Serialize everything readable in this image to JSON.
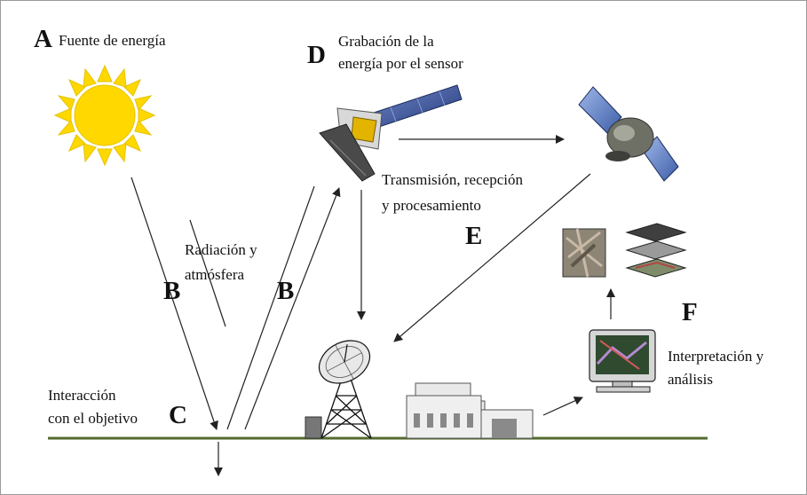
{
  "labels": {
    "a_letter": "A",
    "a_text": "Fuente de energía",
    "d_letter": "D",
    "d_text_1": "Grabación de la",
    "d_text_2": "energía por el sensor",
    "e_text_1": "Transmisión, recepción",
    "e_text_2": "y procesamiento",
    "e_letter": "E",
    "b_text_1": "Radiación y",
    "b_text_2": "atmósfera",
    "b_letter_left": "B",
    "b_letter_right": "B",
    "f_letter": "F",
    "f_text_1": "Interpretación y",
    "f_text_2": "análisis",
    "c_text_1": "Interacción",
    "c_text_2": "con el objetivo",
    "c_letter": "C"
  },
  "icons": [
    "sun-icon",
    "satellite-sensor-icon",
    "relay-satellite-icon",
    "ground-antenna-icon",
    "processing-station-icon",
    "image-layers-icon",
    "computer-monitor-icon"
  ],
  "colors": {
    "sun": "#ffd800",
    "sun_edge": "#e6c200",
    "ground": "#556b2f",
    "arrow": "#222222",
    "panel": "#3a4f8c"
  }
}
